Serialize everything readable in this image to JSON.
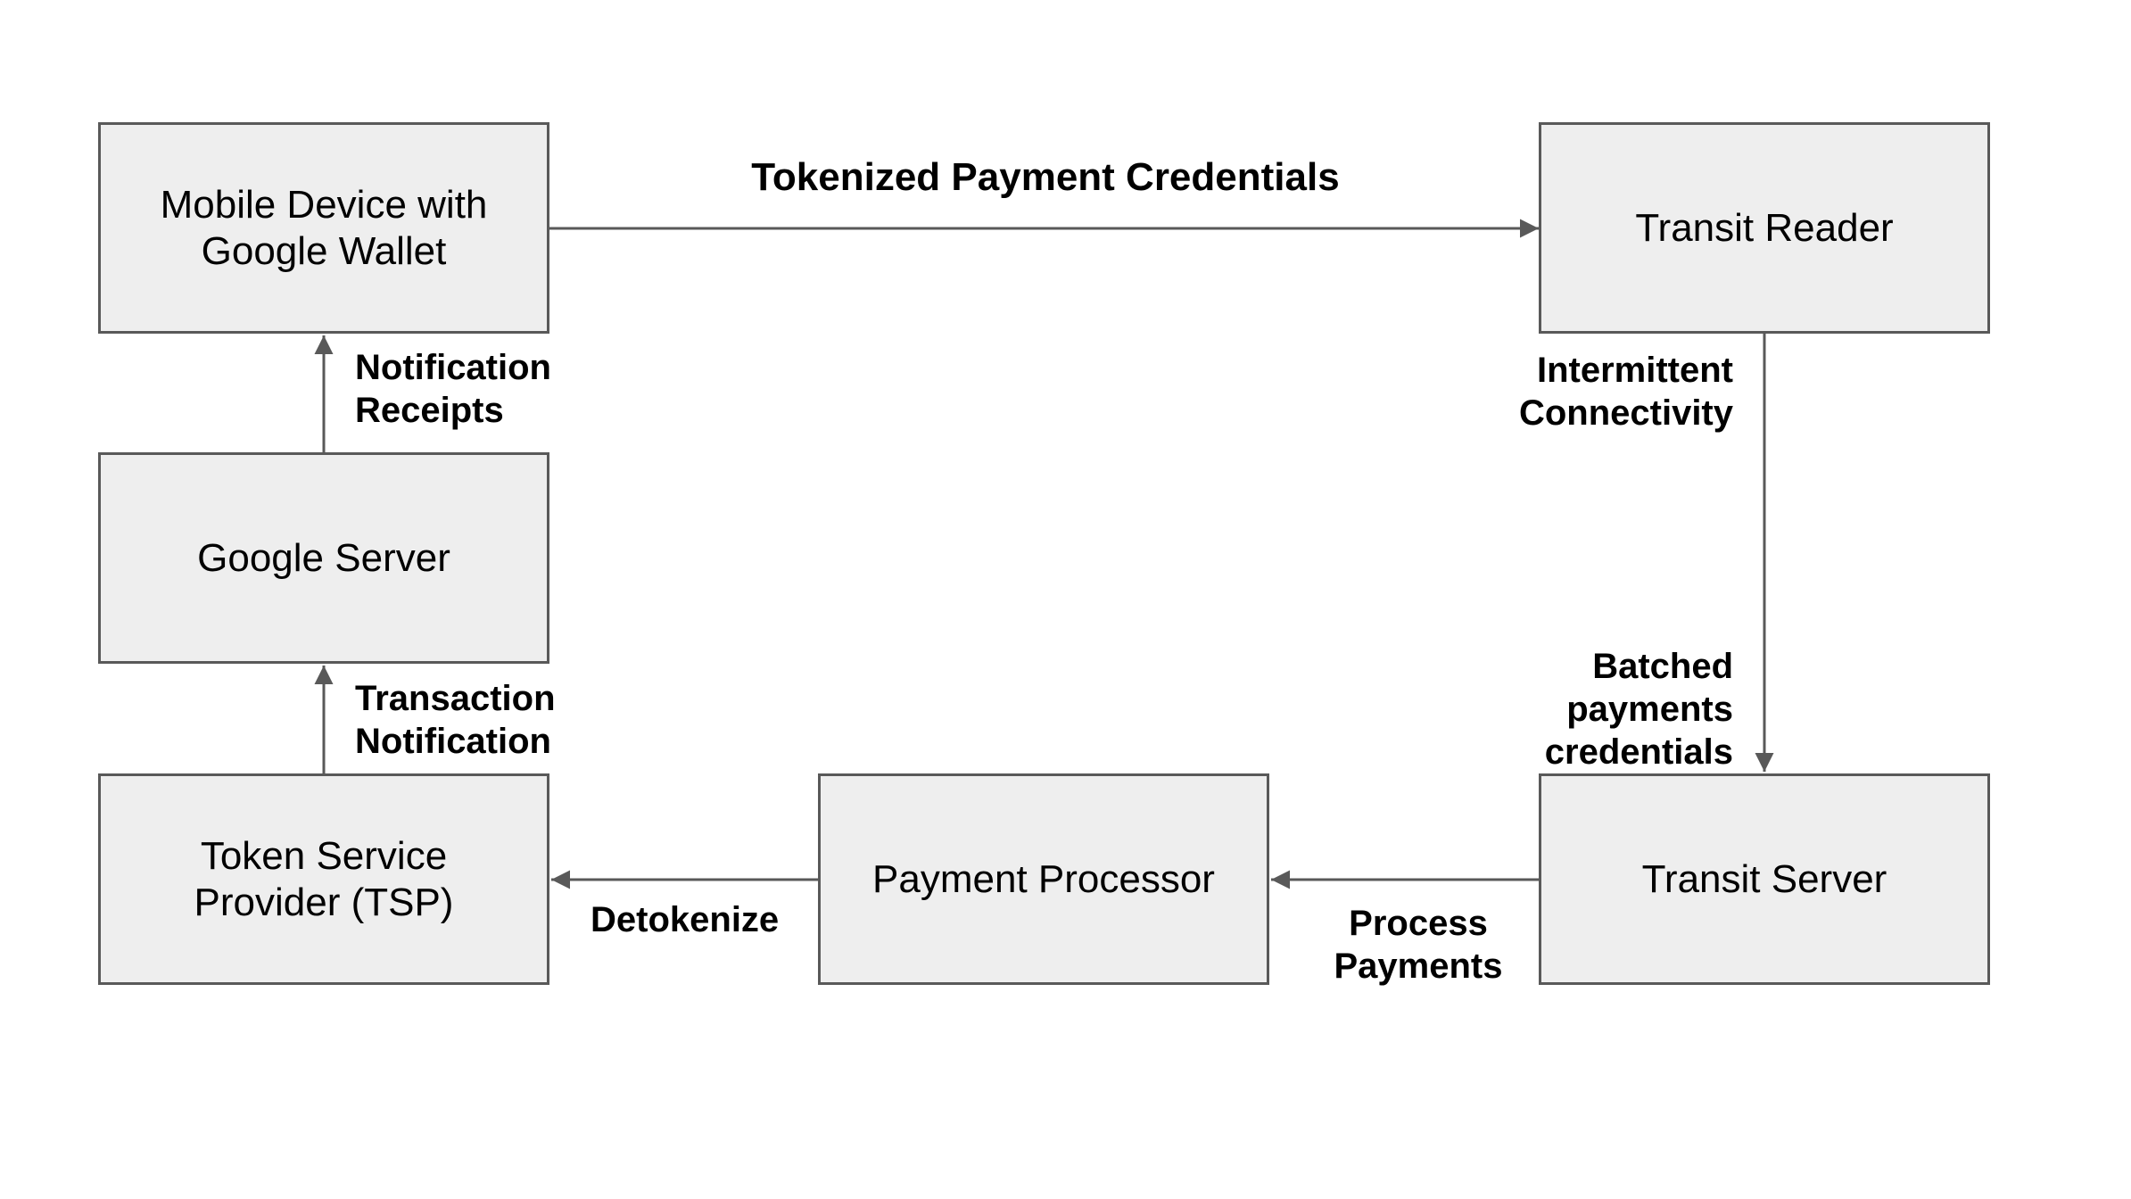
{
  "colors": {
    "background": "#ffffff",
    "box_fill": "#eeeeee",
    "box_border": "#595959",
    "arrow": "#595959",
    "text": "#000000"
  },
  "nodes": {
    "mobile": {
      "label": "Mobile Device with\nGoogle Wallet"
    },
    "transit_reader": {
      "label": "Transit Reader"
    },
    "google_server": {
      "label": "Google Server"
    },
    "tsp": {
      "label": "Token Service\nProvider (TSP)"
    },
    "payment_processor": {
      "label": "Payment Processor"
    },
    "transit_server": {
      "label": "Transit Server"
    }
  },
  "edges": {
    "tokenized": {
      "label": "Tokenized Payment Credentials",
      "from": "mobile",
      "to": "transit_reader"
    },
    "notification_receipts": {
      "label": "Notification\nReceipts",
      "from": "google_server",
      "to": "mobile"
    },
    "transaction_notification": {
      "label": "Transaction\nNotification",
      "from": "tsp",
      "to": "google_server"
    },
    "intermittent_connectivity": {
      "label": "Intermittent\nConnectivity",
      "from": "transit_reader",
      "to": "transit_server"
    },
    "batched_payments": {
      "label": "Batched\npayments\ncredentials",
      "from": "transit_reader",
      "to": "transit_server"
    },
    "process_payments": {
      "label": "Process\nPayments",
      "from": "transit_server",
      "to": "payment_processor"
    },
    "detokenize": {
      "label": "Detokenize",
      "from": "payment_processor",
      "to": "tsp"
    }
  }
}
